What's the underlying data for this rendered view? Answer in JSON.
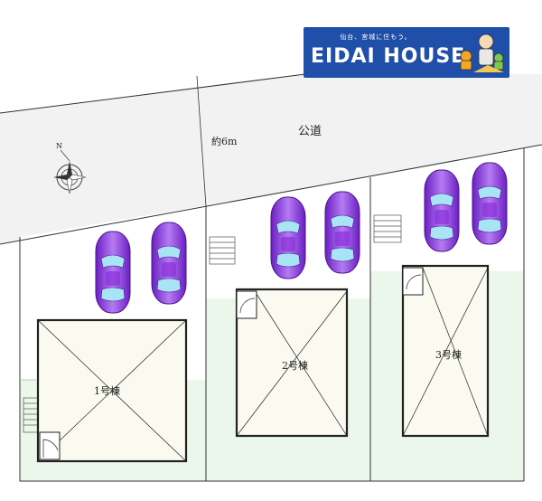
{
  "logo": {
    "tagline": "仙台、宮城に住もう。",
    "name": "EIDAI HOUSE"
  },
  "road": {
    "name": "公道",
    "width": "約6m"
  },
  "compass": {
    "north": "N"
  },
  "houses": [
    {
      "label": "1号棟",
      "parking_spaces": 2
    },
    {
      "label": "2号棟",
      "parking_spaces": 2
    },
    {
      "label": "3号棟",
      "parking_spaces": 2
    }
  ],
  "colors": {
    "logo_bg": "#1f4fa8",
    "car": "#9b3ee6",
    "road": "#f2f2f2",
    "yard": "#eaf7ea",
    "house_fill": "#fafaf0"
  }
}
